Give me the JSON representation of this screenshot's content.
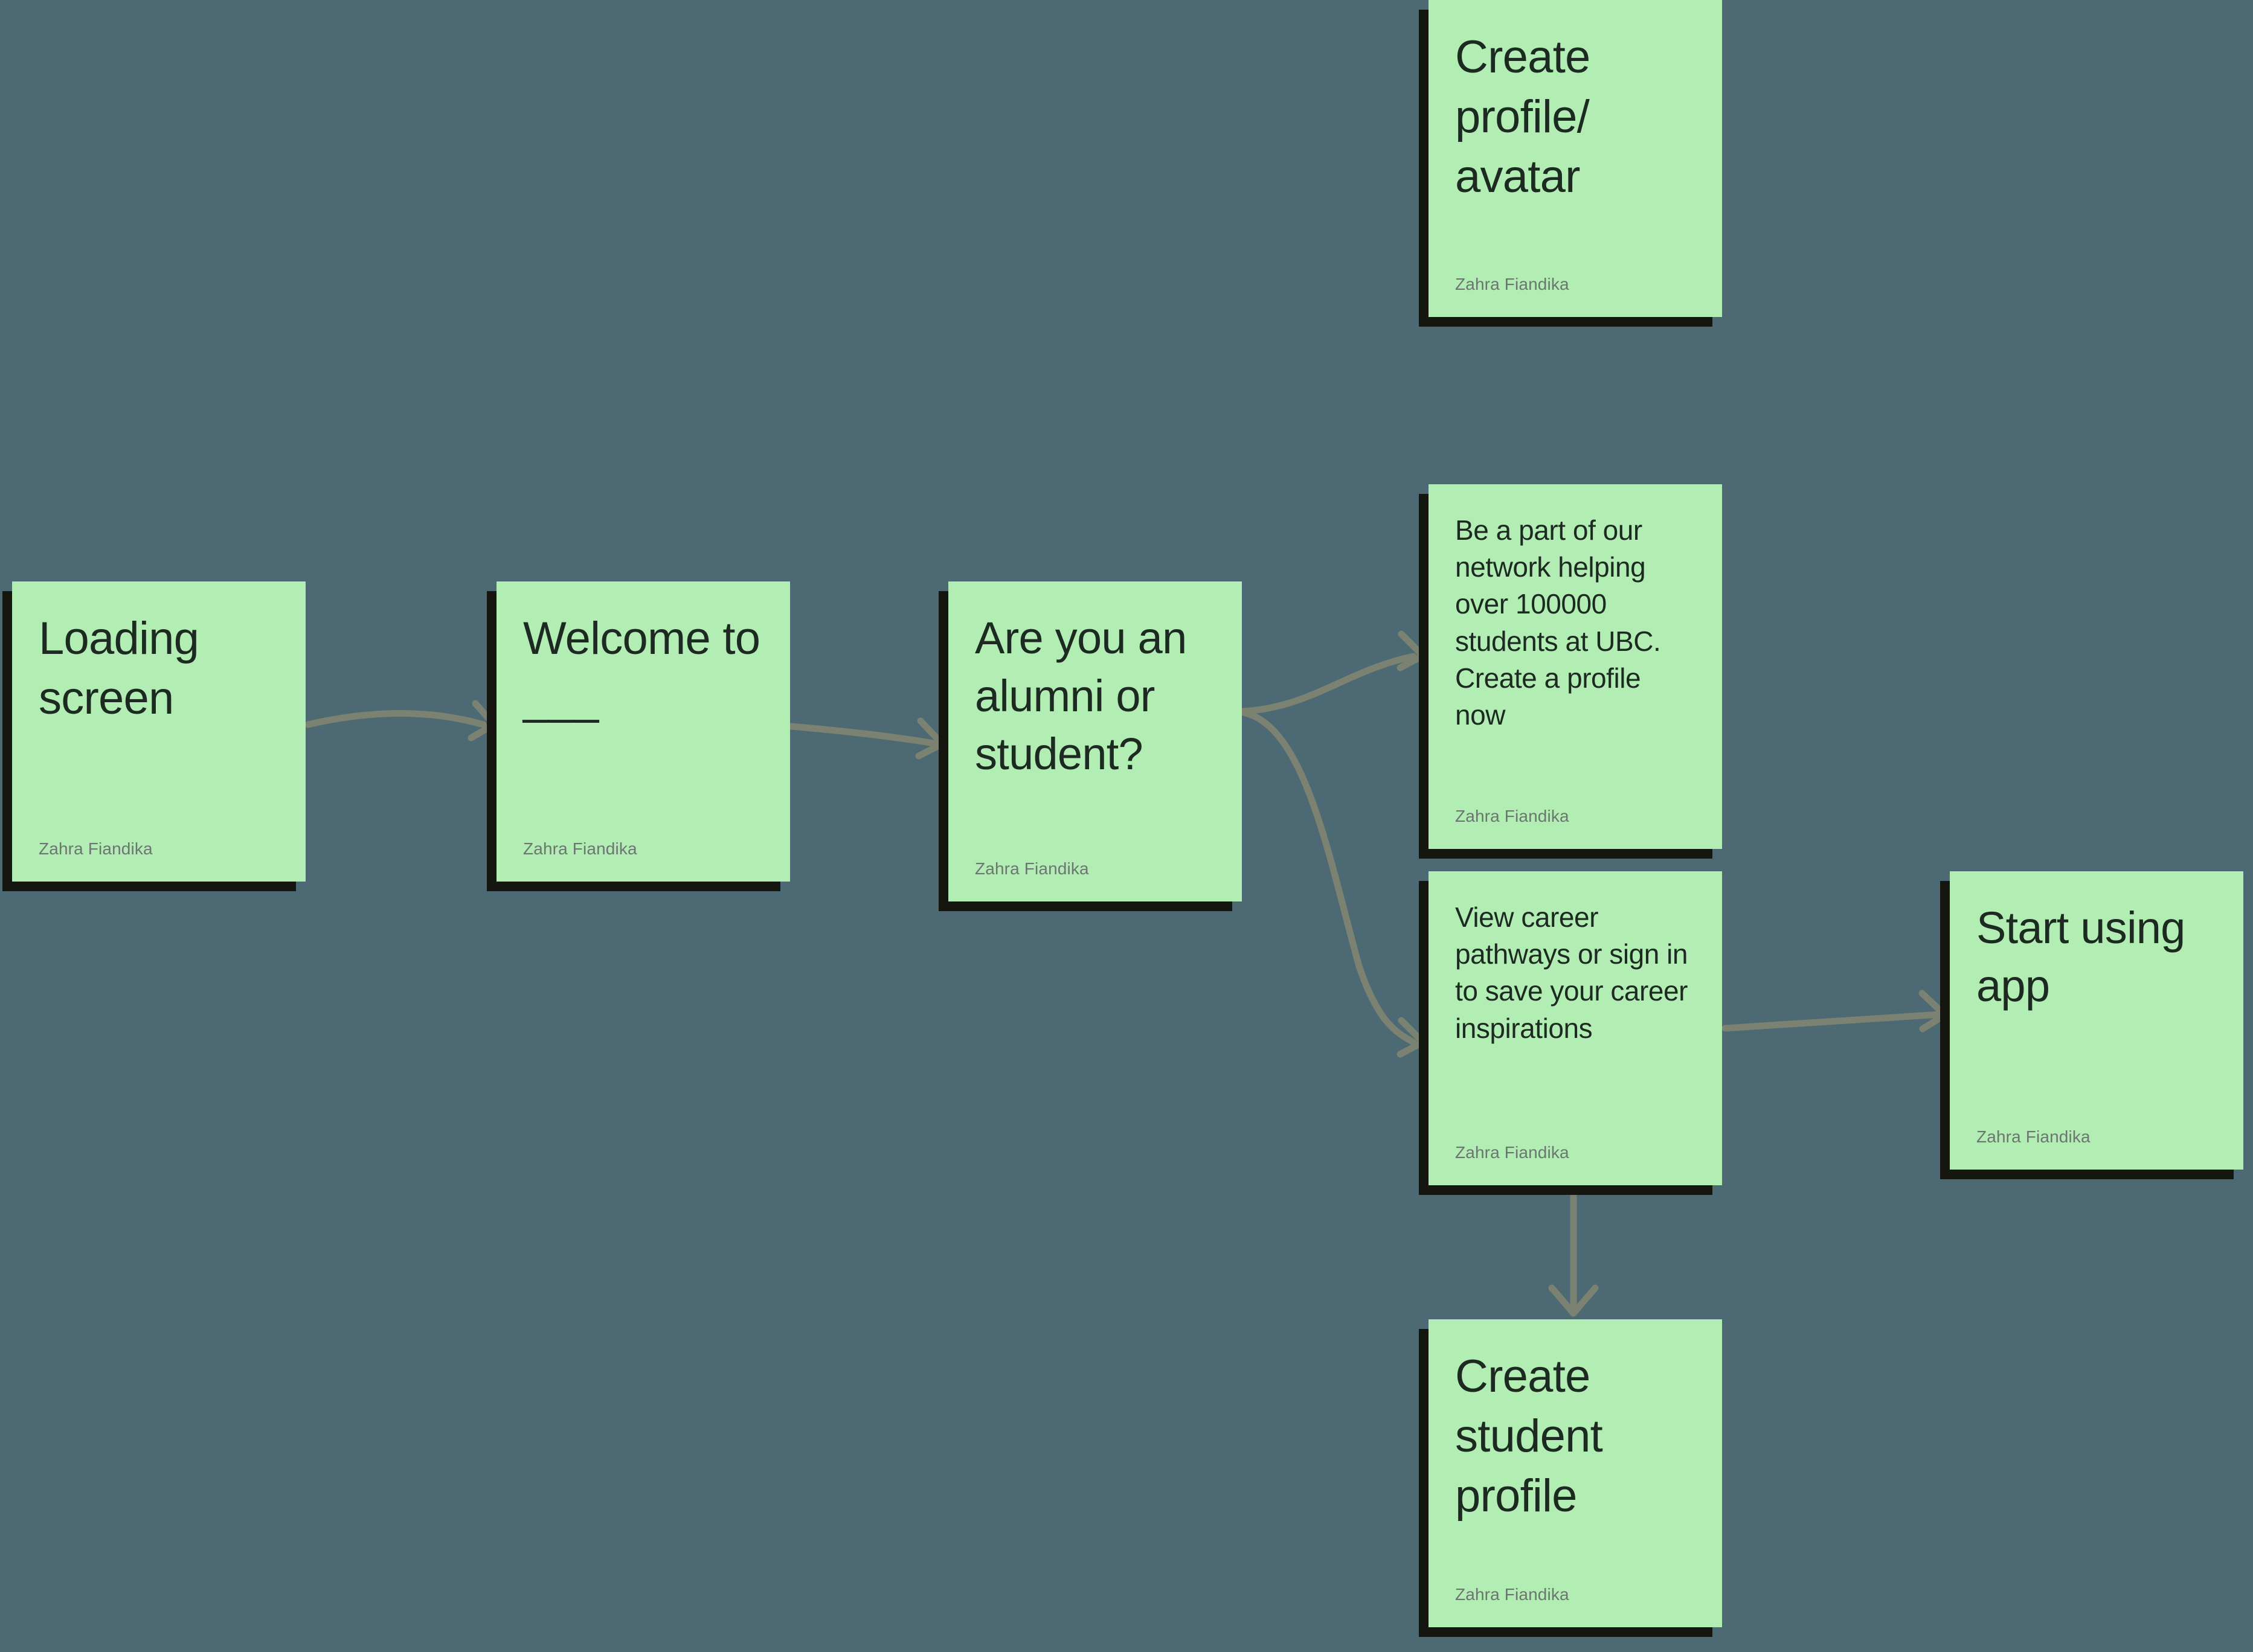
{
  "board": {
    "background_color": "#4d6a74",
    "note_color": "#b2edb4",
    "note_shadow_color": "#14160f",
    "connector_color": "#7b8271",
    "text_color": "#1d2a21",
    "author_color": "#6b7670"
  },
  "author": "Zahra Fiandika",
  "notes": [
    {
      "id": "loading",
      "name": "loading-screen",
      "text": "Loading screen",
      "author": "Zahra Fiandika"
    },
    {
      "id": "welcome",
      "name": "welcome-to",
      "text": "Welcome to ___",
      "author": "Zahra Fiandika"
    },
    {
      "id": "question",
      "name": "alumni-or-student-question",
      "text": "Are you an alumni or student?",
      "author": "Zahra Fiandika"
    },
    {
      "id": "create-avatar",
      "name": "create-profile-avatar",
      "text": "Create profile/ avatar",
      "author": "Zahra Fiandika"
    },
    {
      "id": "network",
      "name": "network-pitch",
      "text": "Be a part of our network helping over 100000 students at UBC. Create a profile now",
      "author": "Zahra Fiandika"
    },
    {
      "id": "pathways",
      "name": "view-career-pathways",
      "text": "View career pathways or sign in to save your career inspirations",
      "author": "Zahra Fiandika"
    },
    {
      "id": "start-app",
      "name": "start-using-app",
      "text": "Start using app",
      "author": "Zahra Fiandika"
    },
    {
      "id": "student-prof",
      "name": "create-student-profile",
      "text": "Create student profile",
      "author": "Zahra Fiandika"
    }
  ],
  "connectors": [
    {
      "name": "loading-to-welcome",
      "from": "loading",
      "to": "welcome",
      "style": "curved-arrow"
    },
    {
      "name": "welcome-to-question",
      "from": "welcome",
      "to": "question",
      "style": "curved-arrow"
    },
    {
      "name": "question-to-network",
      "from": "question",
      "to": "network",
      "style": "branch-arrow-up"
    },
    {
      "name": "question-to-pathways",
      "from": "question",
      "to": "pathways",
      "style": "branch-arrow-down"
    },
    {
      "name": "pathways-to-start-app",
      "from": "pathways",
      "to": "start-app",
      "style": "curved-arrow"
    },
    {
      "name": "pathways-to-student-prof",
      "from": "pathways",
      "to": "student-prof",
      "style": "straight-arrow-down"
    }
  ]
}
